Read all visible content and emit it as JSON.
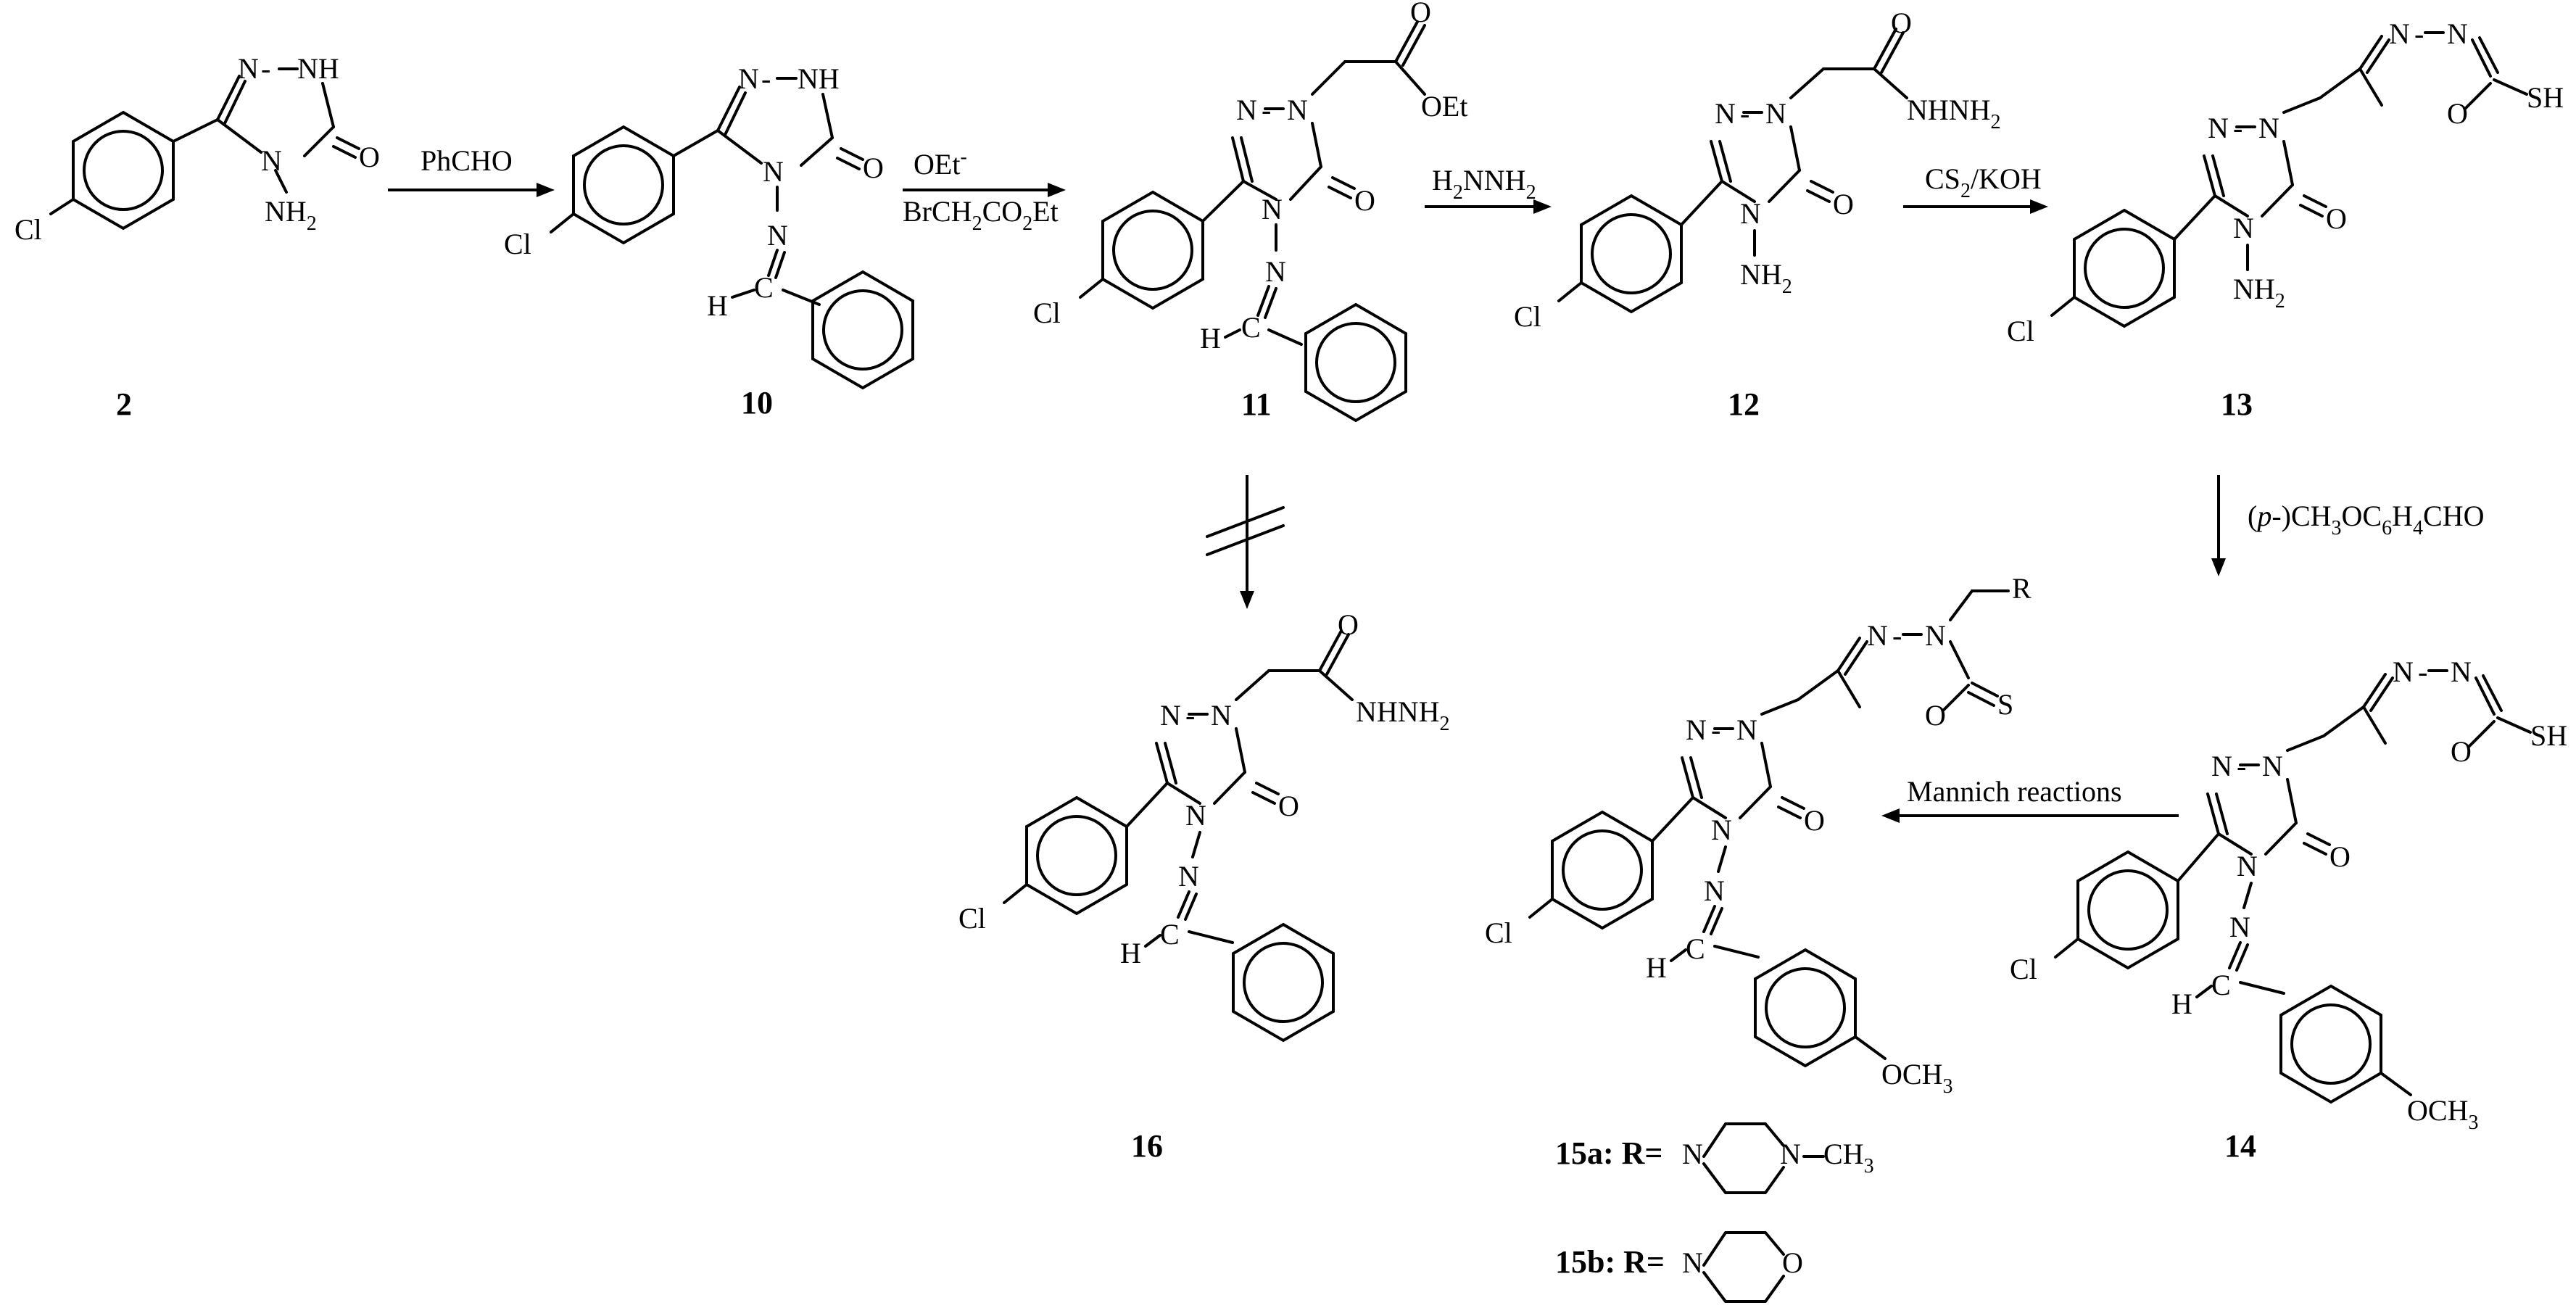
{
  "atoms": {
    "cl": "Cl",
    "n": "N",
    "nh": "NH",
    "nh2": "NH",
    "nh2_sub": "2",
    "o": "O",
    "oet": "OEt",
    "nhnh2": "NHNH",
    "nhnh2_sub": "2",
    "sh": "SH",
    "s": "S",
    "h": "H",
    "c": "C",
    "r": "R",
    "och3": "OCH",
    "och3_sub": "3",
    "ch3": "CH",
    "ch3_sub": "3",
    "n_methyl": "-CH3"
  },
  "conditions": {
    "step1": "PhCHO",
    "step2_line1": "OEt",
    "step2_line1_sup": "-",
    "step2_line2_a": "BrCH",
    "step2_line2_sub1": "2",
    "step2_line2_b": "CO",
    "step2_line2_sub2": "2",
    "step2_line2_c": "Et",
    "step3_a": "H",
    "step3_sub1": "2",
    "step3_b": "NNH",
    "step3_sub2": "2",
    "step4_a": "CS",
    "step4_sub": "2",
    "step4_b": "/KOH",
    "step5_open": "(",
    "step5_p": "p",
    "step5_a": "-)CH",
    "step5_sub1": "3",
    "step5_b": "OC",
    "step5_sub2": "6",
    "step5_c": "H",
    "step5_sub3": "4",
    "step5_d": "CHO",
    "step6": "Mannich reactions"
  },
  "compounds": {
    "c2": "2",
    "c10": "10",
    "c11": "11",
    "c12": "12",
    "c13": "13",
    "c14": "14",
    "c16": "16",
    "c15a_label": "15a: R=",
    "c15b_label": "15b: R="
  }
}
